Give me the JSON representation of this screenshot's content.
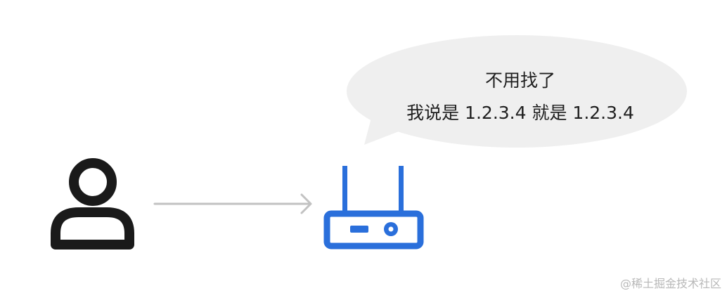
{
  "bubble": {
    "line1": "不用找了",
    "line2": "我说是 1.2.3.4 就是 1.2.3.4"
  },
  "watermark": "@稀土掘金技术社区",
  "colors": {
    "user_icon": "#1a1a1a",
    "router_icon": "#2a6fdb",
    "arrow": "#c2c2c2",
    "bubble_fill": "#efefef",
    "text": "#1f1f1f",
    "watermark": "#b8b8b8"
  },
  "icons": {
    "user": "user-icon",
    "router": "router-icon",
    "arrow": "arrow-right-icon"
  }
}
